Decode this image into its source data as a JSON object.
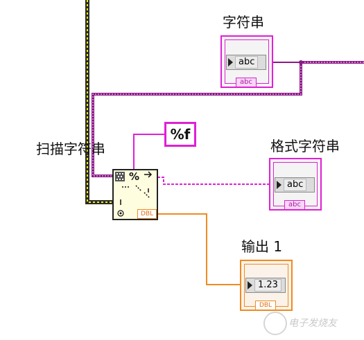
{
  "labels": {
    "string_top": "字符串",
    "scan_string": "扫描字符串",
    "format_string": "格式字符串",
    "output": "输出 1"
  },
  "indicators": {
    "string_top": {
      "value": "abc",
      "type_tag": "abc"
    },
    "format_string": {
      "value": "abc",
      "type_tag": "abc"
    },
    "output": {
      "value": "1.23",
      "type_tag": "DBL"
    }
  },
  "constant": {
    "value": "%f"
  },
  "function_node": {
    "top_glyph": "%",
    "dbl_tag": "DBL"
  },
  "watermark": {
    "text": "电子发烧友"
  },
  "colors": {
    "string_wire": "#e01fd5",
    "string_dark": "#8a1a86",
    "numeric_wire": "#f08a1f",
    "error_wire_outer": "#2a2a2a",
    "error_wire_inner": "#f2f000"
  }
}
